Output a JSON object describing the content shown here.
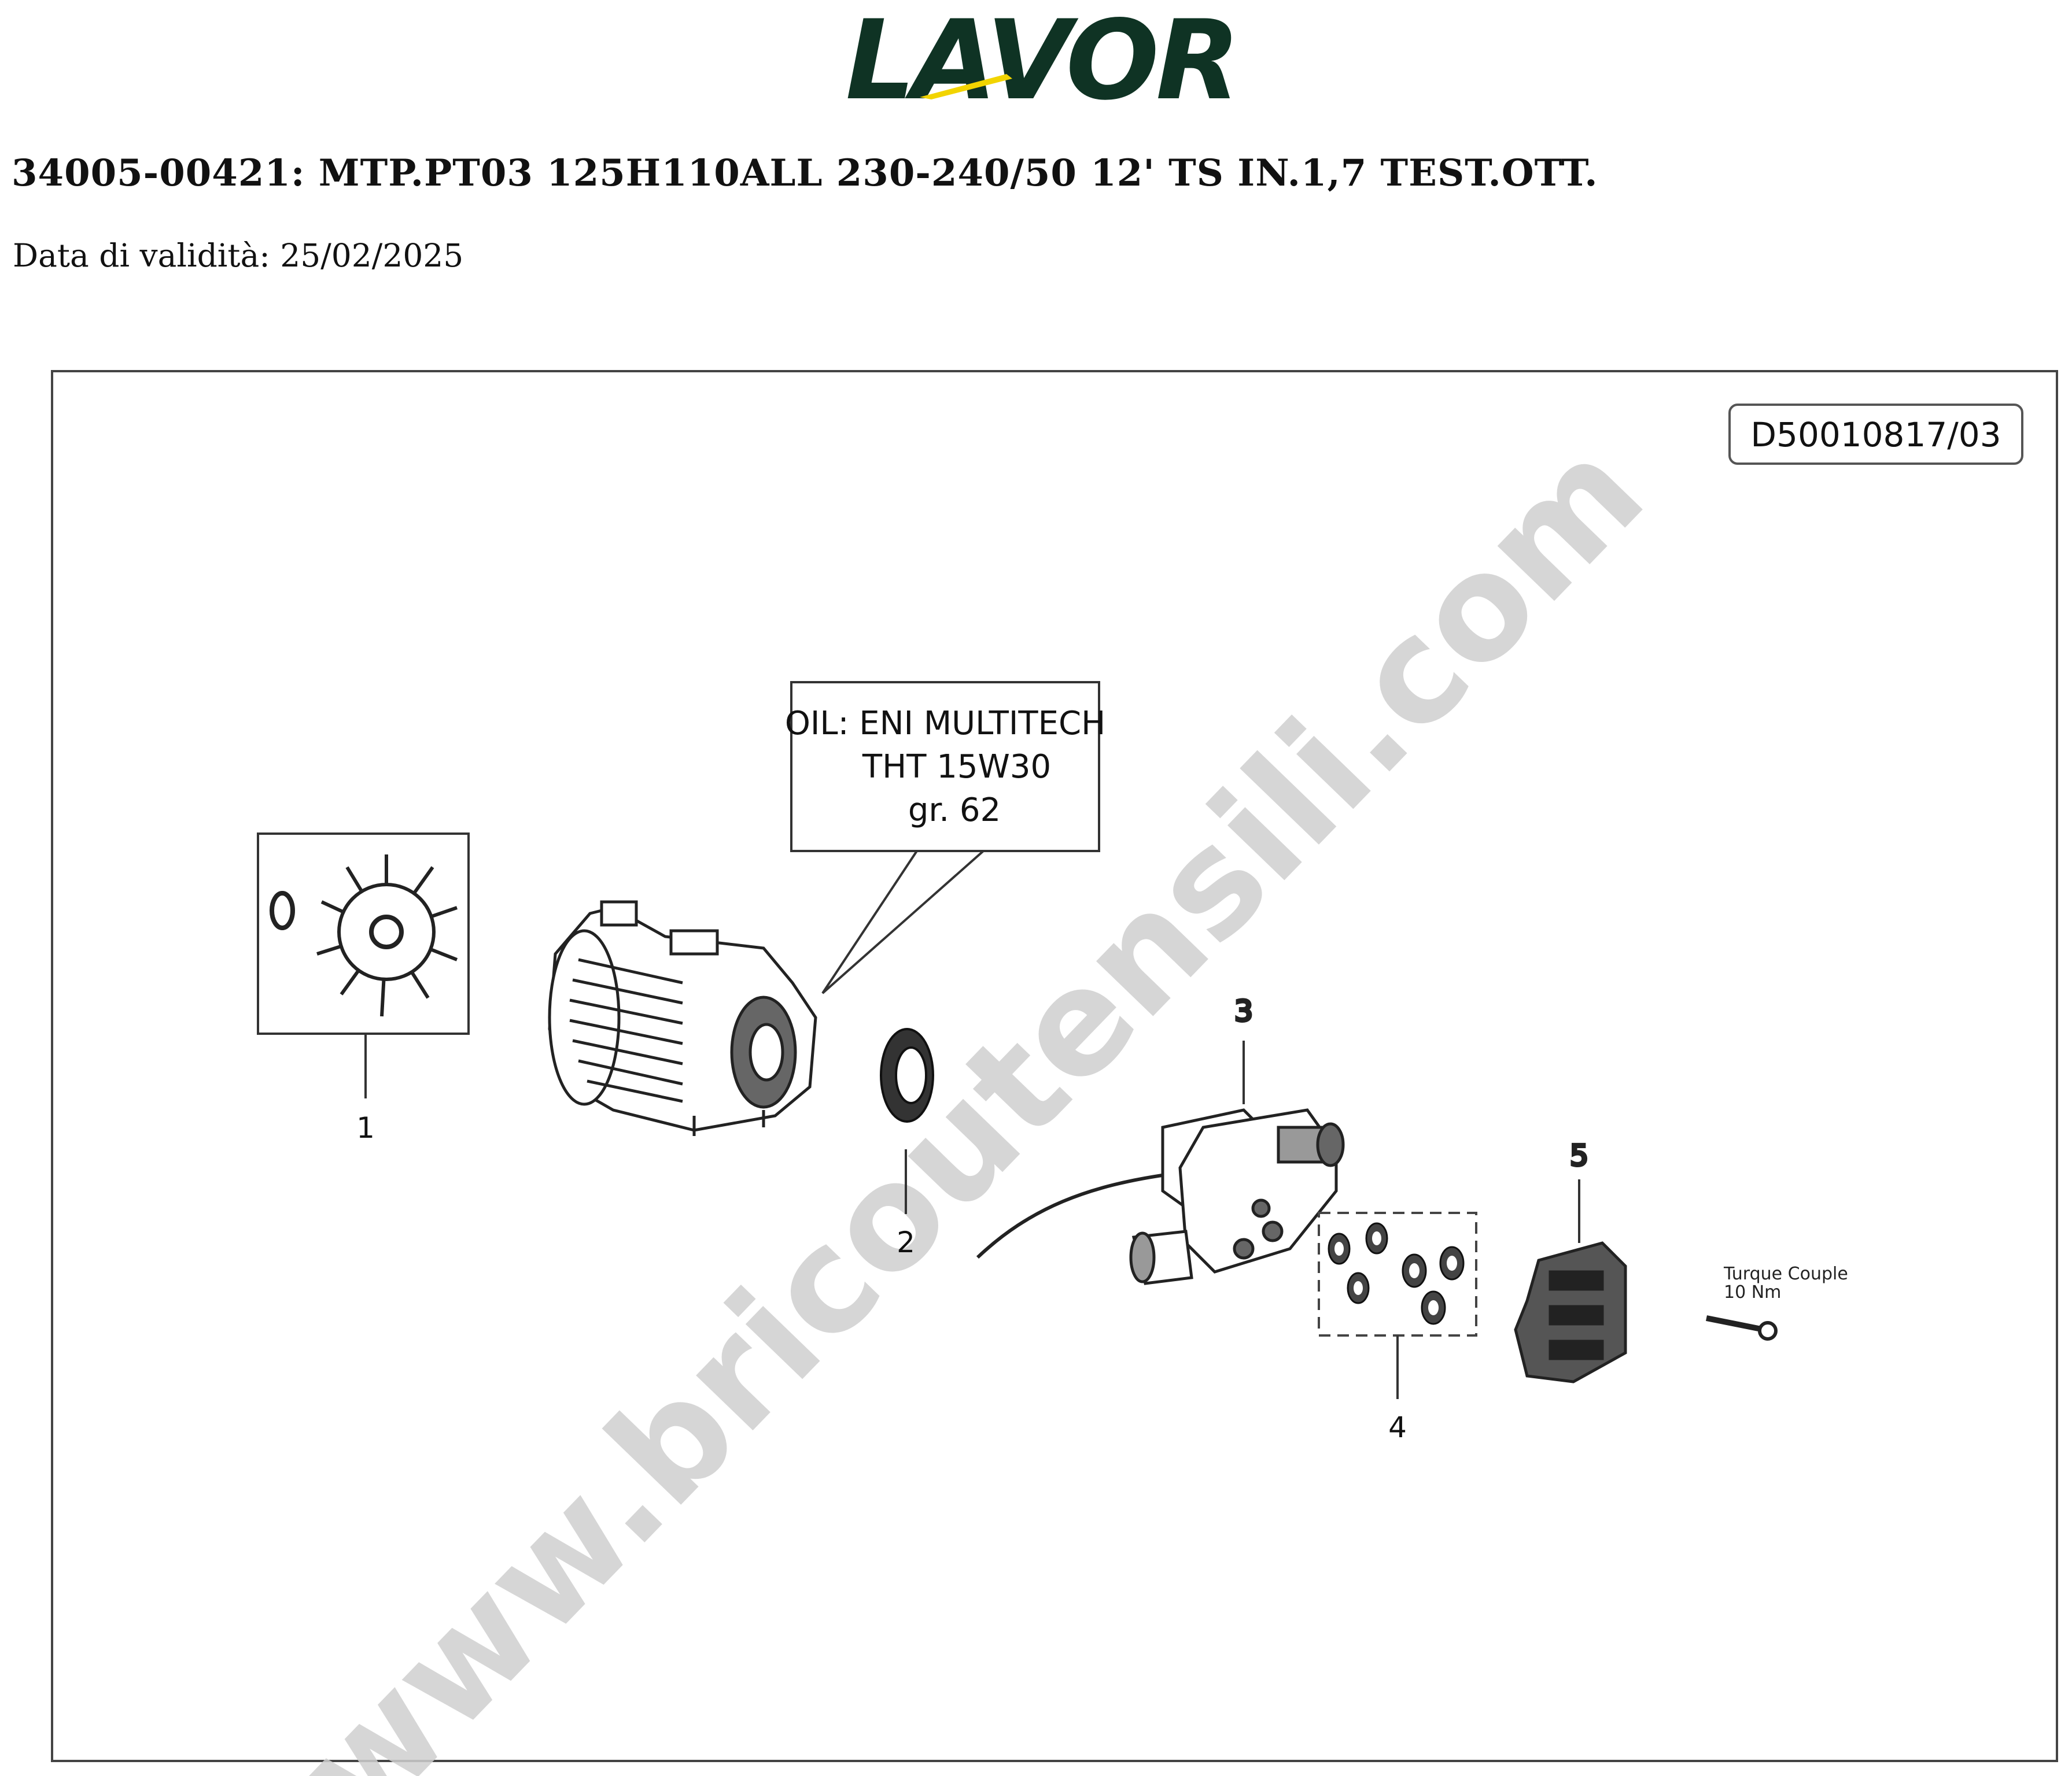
{
  "header": {
    "brand": "LAVOR",
    "title": "34005-00421: MTP.PT03 125H110ALL 230-240/50 12' TS IN.1,7 TEST.OTT.",
    "validity": "Data di validità: 25/02/2025"
  },
  "drawing": {
    "code": "D50010817/03",
    "watermark": "www.bricoutensili.com",
    "oil_note": [
      "OIL: ENI MULTITECH",
      "THT 15W30",
      "gr.  62"
    ],
    "torque_note": [
      "Turque Couple",
      "10 Nm"
    ],
    "parts": [
      {
        "number": "1",
        "name": "fan-with-ring"
      },
      {
        "number": "2",
        "name": "shaft-seal"
      },
      {
        "number": "3",
        "name": "pump-head"
      },
      {
        "number": "4",
        "name": "seal-kit"
      },
      {
        "number": "5",
        "name": "valve-head"
      }
    ]
  },
  "colors": {
    "brand_green": "#0f3324",
    "brand_yellow": "#f2d400",
    "watermark": "#cfcfcf"
  }
}
